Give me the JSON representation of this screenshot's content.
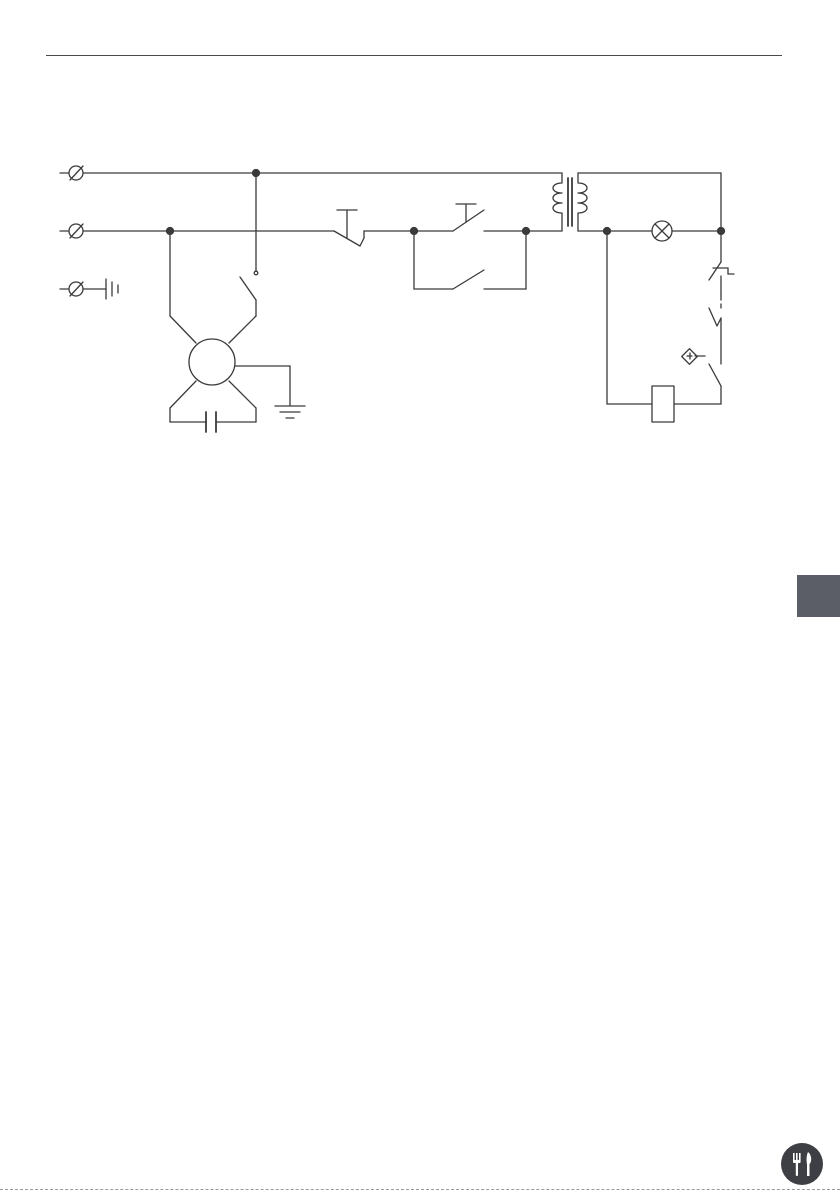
{
  "diagram": {
    "components": [
      "terminal-line-1",
      "terminal-line-2",
      "terminal-earth",
      "fan-motor",
      "motor-capacitor",
      "motor-ground",
      "speed-switch",
      "push-button-off",
      "push-button-on",
      "hold-contact",
      "transformer",
      "indicator-lamp",
      "thermal-switch",
      "door-switch",
      "sensor-switch",
      "relay-coil"
    ]
  },
  "colors": {
    "line": "#3a3a3a",
    "side_tab": "#5b5e66",
    "footer_icon": "#3d3f44",
    "rule": "#4a4a4a"
  },
  "icons": {
    "side_tab": "section-tab",
    "footer": "cutlery-icon"
  }
}
